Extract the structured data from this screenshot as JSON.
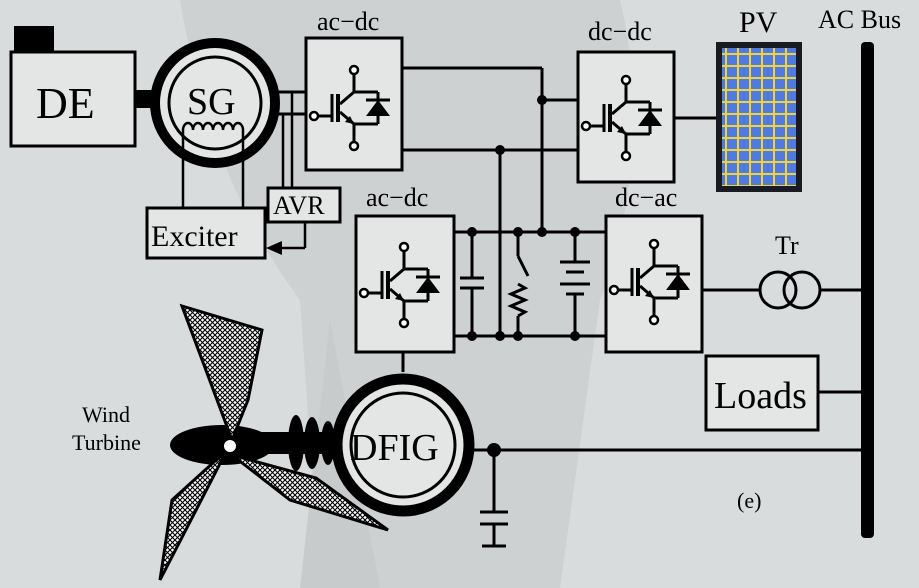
{
  "labels": {
    "de": "DE",
    "sg": "SG",
    "exciter": "Exciter",
    "avr": "AVR",
    "acdc_top": "ac−dc",
    "dcdc": "dc−dc",
    "pv": "PV",
    "ac_bus": "AC Bus",
    "acdc_bottom": "ac−dc",
    "dcac": "dc−ac",
    "transformer": "Tr",
    "loads": "Loads",
    "wind_turbine_line1": "Wind",
    "wind_turbine_line2": "Turbine",
    "dfig": "DFIG",
    "panel_tag": "(e)"
  },
  "colors": {
    "background": "#d9dcdd",
    "box_fill": "#e4e6e6",
    "pv_cell": "#4f7be0",
    "pv_grid": "#f2d23a",
    "pv_frame": "#1a1a22",
    "line": "#000000"
  }
}
